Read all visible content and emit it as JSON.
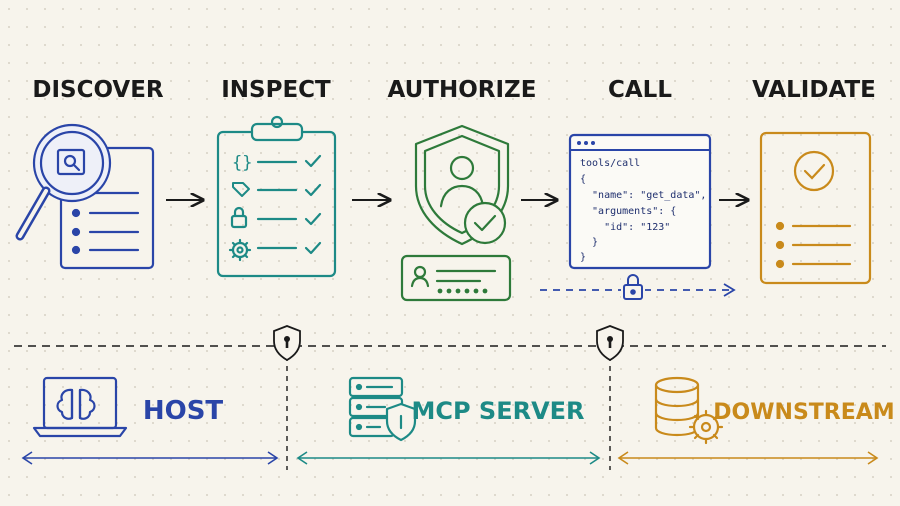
{
  "steps": [
    {
      "label": "DISCOVER",
      "color": "#2a45a8"
    },
    {
      "label": "INSPECT",
      "color": "#1d8a86"
    },
    {
      "label": "AUTHORIZE",
      "color": "#2e7a3a"
    },
    {
      "label": "CALL",
      "color": "#2a45a8"
    },
    {
      "label": "VALIDATE",
      "color": "#c98a1b"
    }
  ],
  "code": {
    "lines": [
      "tools/call",
      "{",
      "  \"name\": \"get_data\",",
      "  \"arguments\": {",
      "    \"id\": \"123\"",
      "  }",
      "}"
    ]
  },
  "zones": [
    {
      "label": "HOST",
      "color": "#2a45a8",
      "icon": "laptop-brain-icon"
    },
    {
      "label": "MCP SERVER",
      "color": "#1d8a86",
      "icon": "server-shield-icon"
    },
    {
      "label": "DOWNSTREAM",
      "color": "#c98a1b",
      "icon": "database-gear-icon"
    }
  ]
}
